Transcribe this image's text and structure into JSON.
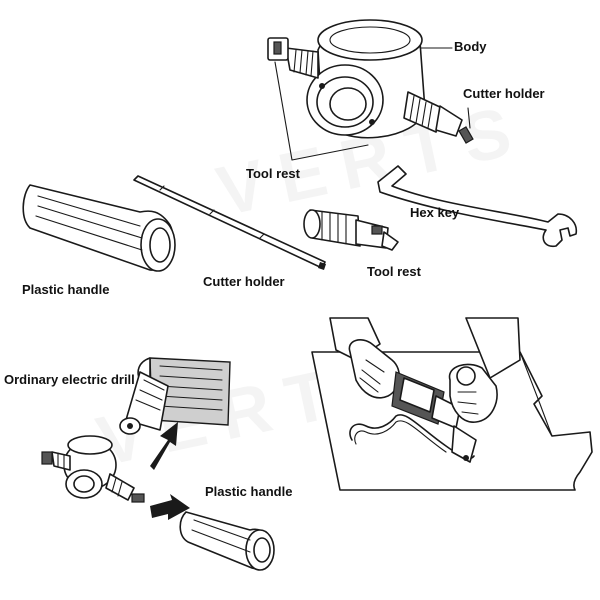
{
  "labels": {
    "body": "Body",
    "cutter_holder_top": "Cutter holder",
    "tool_rest_top": "Tool rest",
    "hex_key": "Hex key",
    "plastic_handle_top": "Plastic handle",
    "cutter_holder_mid": "Cutter holder",
    "tool_rest_mid": "Tool rest",
    "ordinary_drill": "Ordinary electric drill",
    "plastic_handle_bottom": "Plastic handle"
  },
  "watermark": "VERTS"
}
